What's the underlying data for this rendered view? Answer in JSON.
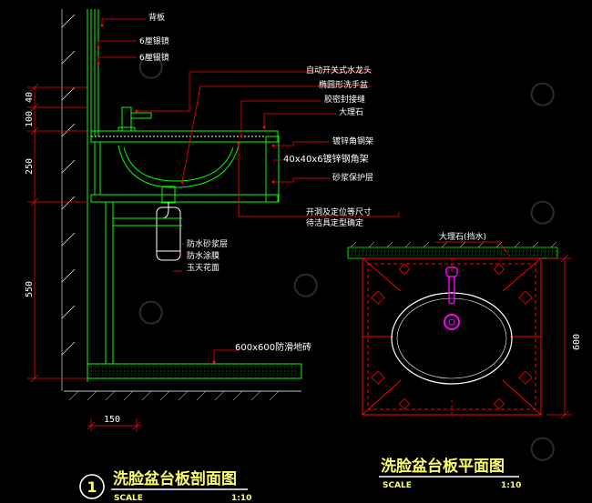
{
  "colors": {
    "background": "#000000",
    "wall": "#00ff00",
    "cabinet": "#00ff00",
    "leader": "#ff0000",
    "label": "#ffffff",
    "dimension": "#ff0000",
    "dimension_text": "#ffffff",
    "title": "#ffff66",
    "plan_outline": "#ff0000",
    "basin": "#ff00ff",
    "watermark": "#333333"
  },
  "section": {
    "labels": {
      "back_panel": "背板",
      "mirror_1": "6厘银镜",
      "mirror_2": "6厘银镜",
      "auto_faucet": "自动开关式水龙头",
      "oval_basin": "椭圆形洗手盆",
      "sealant": "胶密封接缝",
      "marble": "大理石",
      "steel_frame": "镀锌角钢架",
      "angle_steel": "40x40x6镀锌钢角架",
      "mortar": "砂浆保护层",
      "cutout_note_1": "开洞及定位等尺寸",
      "cutout_note_2": "待洁具定型确定",
      "waterproof_1": "防水砂浆层",
      "waterproof_2": "防水涂膜",
      "waterproof_3": "玉天花面",
      "floor_tile": "600x600防滑地砖"
    },
    "dimensions": {
      "d40": "40",
      "d100": "100",
      "d250": "250",
      "d550": "550",
      "d150": "150"
    },
    "title": "洗脸盆台板剖面图",
    "number": "1",
    "scale_label": "SCALE",
    "scale_value": "1:10"
  },
  "plan": {
    "labels": {
      "marble_edge": "大理石(挡水)"
    },
    "dimensions": {
      "d600": "600"
    },
    "title": "洗脸盆台板平面图",
    "scale_label": "SCALE",
    "scale_value": "1:10"
  }
}
